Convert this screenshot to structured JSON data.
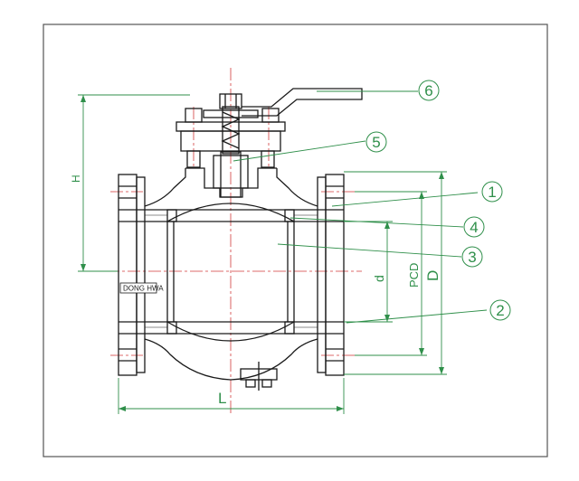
{
  "diagram": {
    "brand_label": "DONG HWA",
    "callouts": [
      {
        "id": "callout-1",
        "label": "1"
      },
      {
        "id": "callout-2",
        "label": "2"
      },
      {
        "id": "callout-3",
        "label": "3"
      },
      {
        "id": "callout-4",
        "label": "4"
      },
      {
        "id": "callout-5",
        "label": "5"
      },
      {
        "id": "callout-6",
        "label": "6"
      }
    ],
    "dimensions": {
      "height": "H",
      "length": "L",
      "bore": "d",
      "pitch_circle": "PCD",
      "outer_diameter": "D"
    },
    "colors": {
      "outline": "#1a1a1a",
      "centerline": "#d23b3b",
      "dimension": "#2f8f4a",
      "frame": "#555555"
    }
  }
}
